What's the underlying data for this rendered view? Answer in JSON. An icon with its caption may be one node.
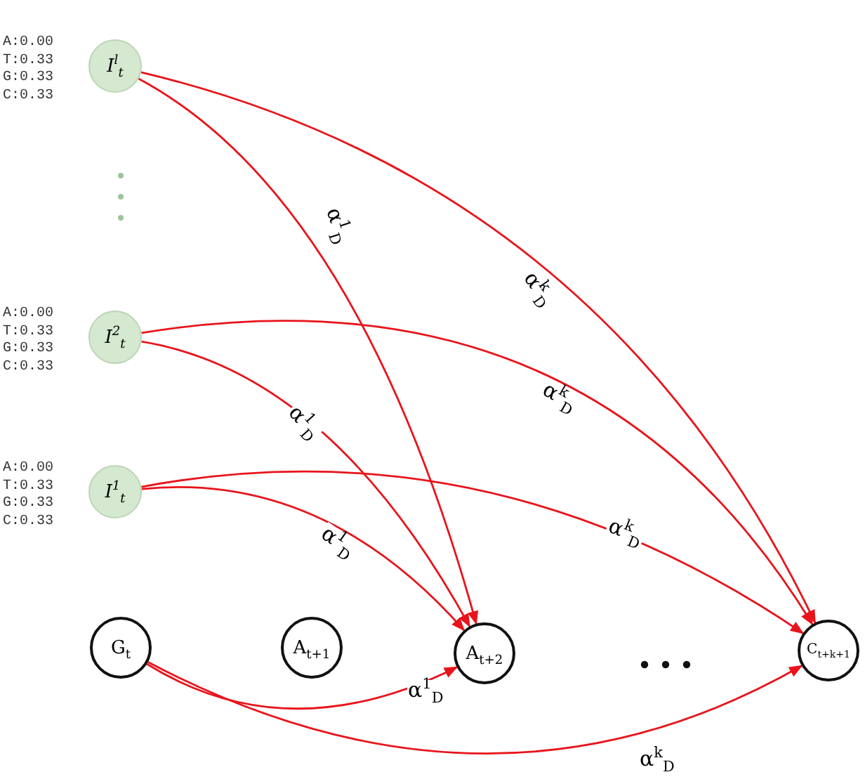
{
  "diagram": {
    "nodes": [
      {
        "text": [
          "I$^{l}$$_{t}$"
        ],
        "beside": [
          "A:0.00",
          "T:0.33",
          "G:0.33",
          "C:0.33"
        ]
      },
      {
        "text": [
          "I$^{2}$$_{t}$"
        ],
        "beside": [
          "A:0.00",
          "T:0.33",
          "G:0.33",
          "C:0.33"
        ]
      },
      {
        "text": [
          "I$^{1}$$_{t}$"
        ],
        "beside": [
          "A:0.00",
          "T:0.33",
          "G:0.33",
          "C:0.33"
        ]
      },
      {
        "text": [
          "G$_{t}$"
        ]
      },
      {
        "text": [
          "A$_{t+1}$"
        ]
      },
      {
        "text": [
          "A$_{t+2}$"
        ]
      },
      {
        "text": [
          "C$_{t+k+1}$"
        ]
      }
    ],
    "edges": [
      {
        "from": 0,
        "to": 5,
        "arrow": "to",
        "label": "α$^{1}$$_{D}$"
      },
      {
        "from": 0,
        "to": 6,
        "arrow": "to",
        "label": "α$^{k}$$_{D}$"
      },
      {
        "from": 1,
        "to": 5,
        "arrow": "to",
        "label": "α$^{1}$$_{D}$"
      },
      {
        "from": 1,
        "to": 6,
        "arrow": "to",
        "label": "α$^{k}$$_{D}$"
      },
      {
        "from": 2,
        "to": 5,
        "arrow": "to",
        "label": "α$^{1}$$_{D}$"
      },
      {
        "from": 2,
        "to": 6,
        "arrow": "to",
        "label": "α$^{k}$$_{D}$"
      },
      {
        "from": 3,
        "to": 5,
        "arrow": "to",
        "label": "α$^{1}$$_{D}$"
      },
      {
        "from": 3,
        "to": 6,
        "arrow": "to",
        "label": "α$^{k}$$_{D}$"
      }
    ]
  }
}
